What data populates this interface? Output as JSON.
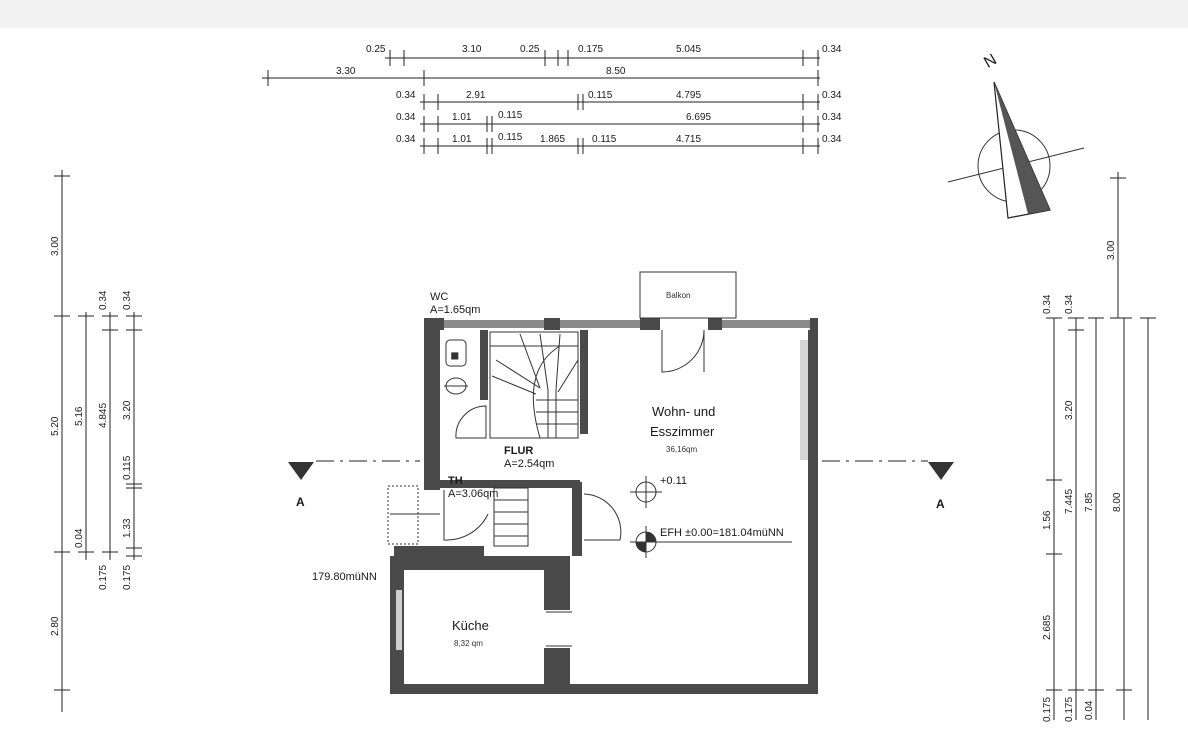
{
  "dims_top": {
    "row1": [
      "0.25",
      "3.10",
      "0.25",
      "0.175",
      "5.045",
      "0.34"
    ],
    "row2": [
      "3.30",
      "8.50"
    ],
    "row3": [
      "0.34",
      "2.91",
      "0.115",
      "4.795",
      "0.34"
    ],
    "row4": [
      "0.34",
      "1.01",
      "0.115",
      "6.695",
      "0.34"
    ],
    "row5": [
      "0.34",
      "1.01",
      "0.115",
      "1.865",
      "0.115",
      "4.715",
      "0.34"
    ]
  },
  "dims_left": [
    "3.00",
    "5.20",
    "5.16",
    "4.845",
    "3.20",
    "0.115",
    "0.34",
    "0.34",
    "0.04",
    "1.33",
    "0.175",
    "0.175",
    "2.80"
  ],
  "dims_right": [
    "3.00",
    "0.34",
    "0.34",
    "3.20",
    "1.56",
    "7.445",
    "7.85",
    "8.00",
    "2.685",
    "0.175",
    "0.175",
    "0.04"
  ],
  "rooms": {
    "wc": {
      "name": "WC",
      "area": "A=1.65qm"
    },
    "balkon": {
      "name": "Balkon"
    },
    "wohn1": "Wohn- und",
    "wohn2": "Esszimmer",
    "wohn_area": "36,16qm",
    "flur": {
      "name": "FLUR",
      "area": "A=2.54qm"
    },
    "th": {
      "name": "TH",
      "area": "A=3.06qm"
    },
    "kueche": {
      "name": "Küche",
      "area": "8,32 qm"
    }
  },
  "levels": {
    "level1": "+0.11",
    "efh": "EFH  ±0.00=181.04müNN",
    "outside": "179.80müNN"
  },
  "section": {
    "left": "A",
    "right": "A"
  },
  "north": "N"
}
